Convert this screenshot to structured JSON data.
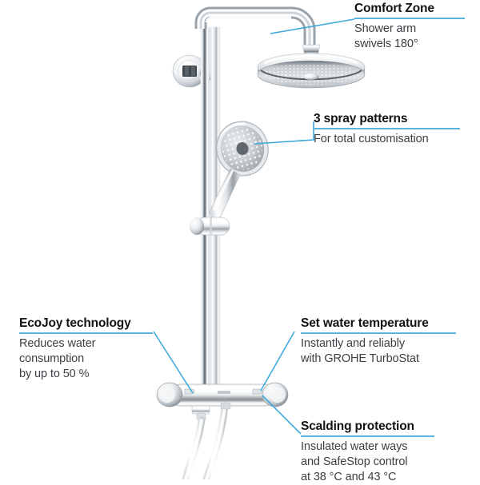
{
  "graphic": {
    "subject": "GROHE thermostatic shower system with rain head, hand shower and thermostat bar",
    "colors": {
      "accent_rule": "#58b4dd",
      "leader_line": "#3fa9dd",
      "heading_text": "#111215",
      "body_text": "#3c3f44",
      "background": "#ffffff",
      "chrome_light": "#ffffff",
      "chrome_mid": "#c9ced3",
      "chrome_dark": "#6f767d",
      "spray_face": "#b9bfc4"
    }
  },
  "callouts": [
    {
      "id": "comfort-zone",
      "title": "Comfort Zone",
      "body": "Shower arm\nswivels 180°"
    },
    {
      "id": "spray-patterns",
      "title": "3 spray patterns",
      "body": "For total customisation"
    },
    {
      "id": "ecojoy",
      "title": "EcoJoy technology",
      "body": "Reduces water\nconsumption\nby up to 50 %"
    },
    {
      "id": "set-water-temperature",
      "title": "Set water temperature",
      "body": "Instantly and reliably\nwith GROHE TurboStat"
    },
    {
      "id": "scalding-protection",
      "title": "Scalding protection",
      "body": "Insulated water ways\nand SafeStop control\nat 38 °C and 43 °C"
    }
  ]
}
